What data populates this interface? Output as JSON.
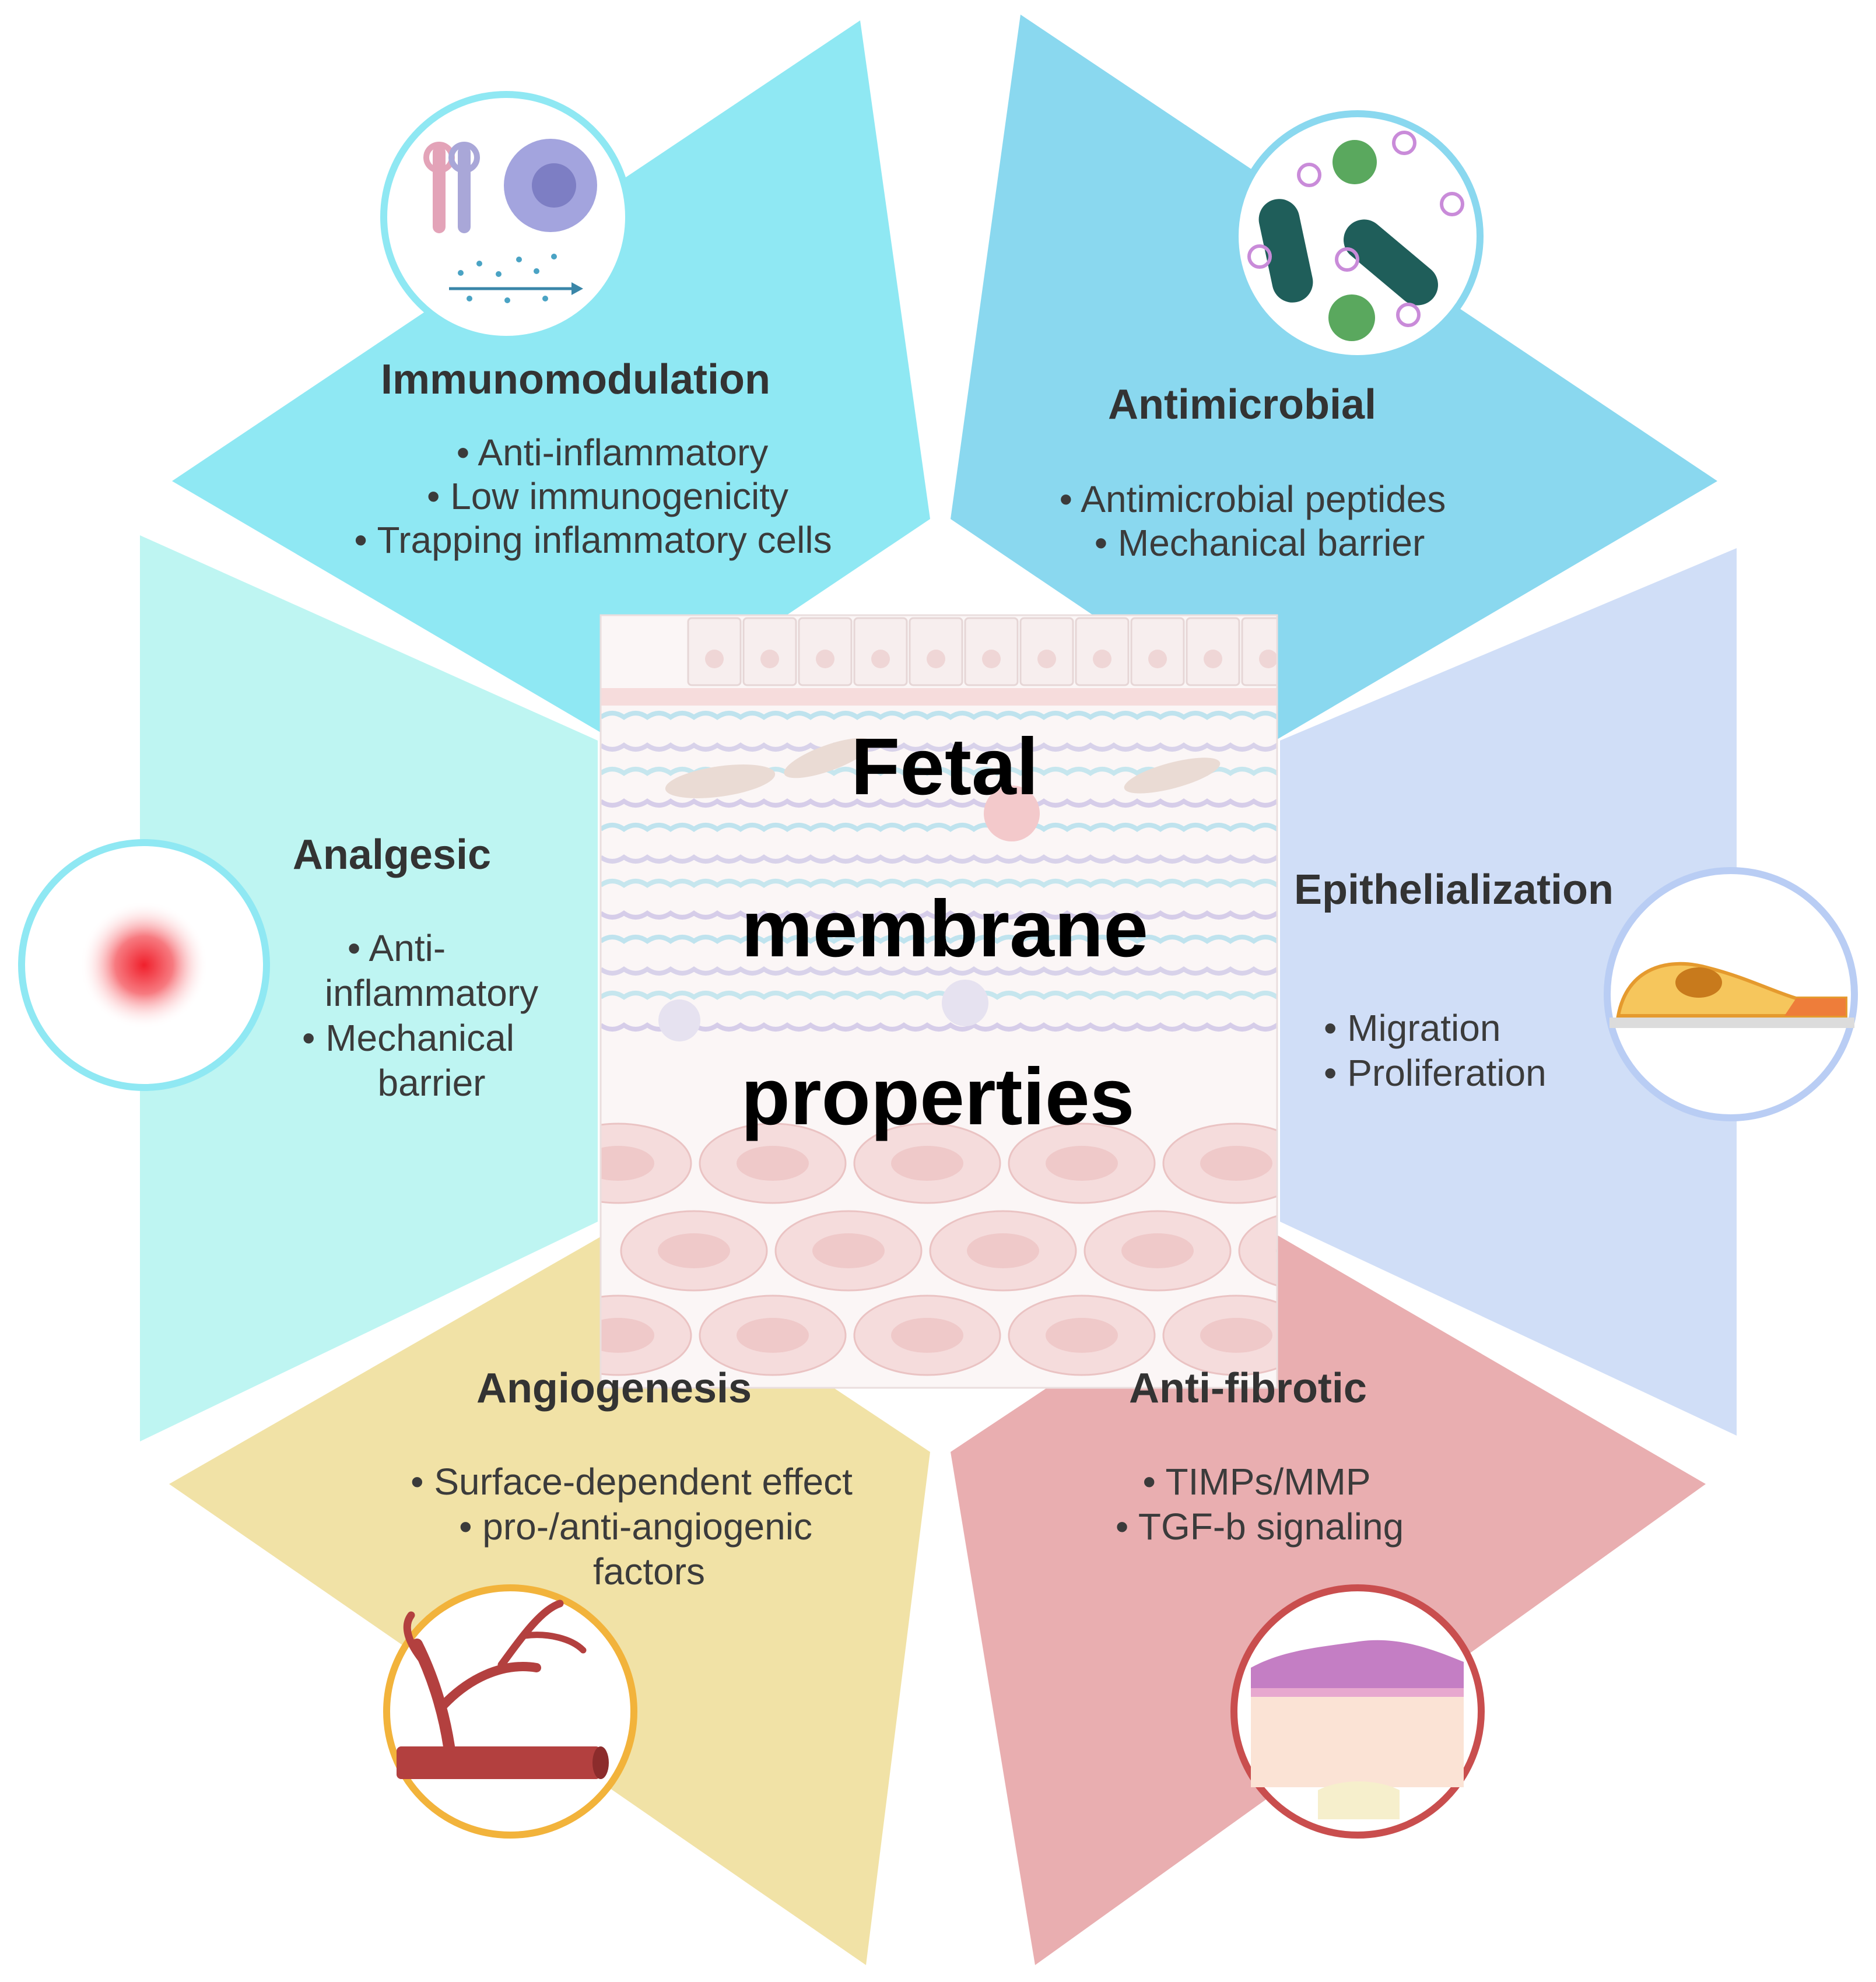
{
  "center": {
    "lines": [
      "Fetal",
      "membrane",
      "properties"
    ]
  },
  "colors": {
    "immunomodulation": "#8fe8f3",
    "antimicrobial": "#8ad8ef",
    "analgesic": "#bef5f2",
    "epithelialization": "#d0def7",
    "angiogenesis": "#f1e2a6",
    "anti_fibrotic": "#e9aeb0"
  },
  "sections": {
    "immunomodulation": {
      "title": "Immunomodulation",
      "lines": [
        "•  Anti-inflammatory",
        "•  Low immunogenicity",
        "•  Trapping inflammatory cells"
      ],
      "icon": "immune-cells-icon"
    },
    "antimicrobial": {
      "title": "Antimicrobial",
      "lines": [
        "•  Antimicrobial peptides",
        "•  Mechanical barrier"
      ],
      "icon": "bacteria-icon"
    },
    "analgesic": {
      "title": "Analgesic",
      "lines": [
        "•  Anti-",
        "inflammatory",
        "•  Mechanical",
        "barrier"
      ],
      "icon": "pain-spot-icon"
    },
    "epithelialization": {
      "title": "Epithelialization",
      "lines": [
        "•  Migration",
        "•  Proliferation"
      ],
      "icon": "epithelial-cell-icon"
    },
    "angiogenesis": {
      "title": "Angiogenesis",
      "lines": [
        "•  Surface-dependent effect",
        "•  pro-/anti-angiogenic",
        "factors"
      ],
      "icon": "blood-vessel-icon"
    },
    "anti_fibrotic": {
      "title": "Anti-fibrotic",
      "lines": [
        "•  TIMPs/MMP",
        "•  TGF-b signaling"
      ],
      "icon": "skin-tissue-icon"
    }
  }
}
